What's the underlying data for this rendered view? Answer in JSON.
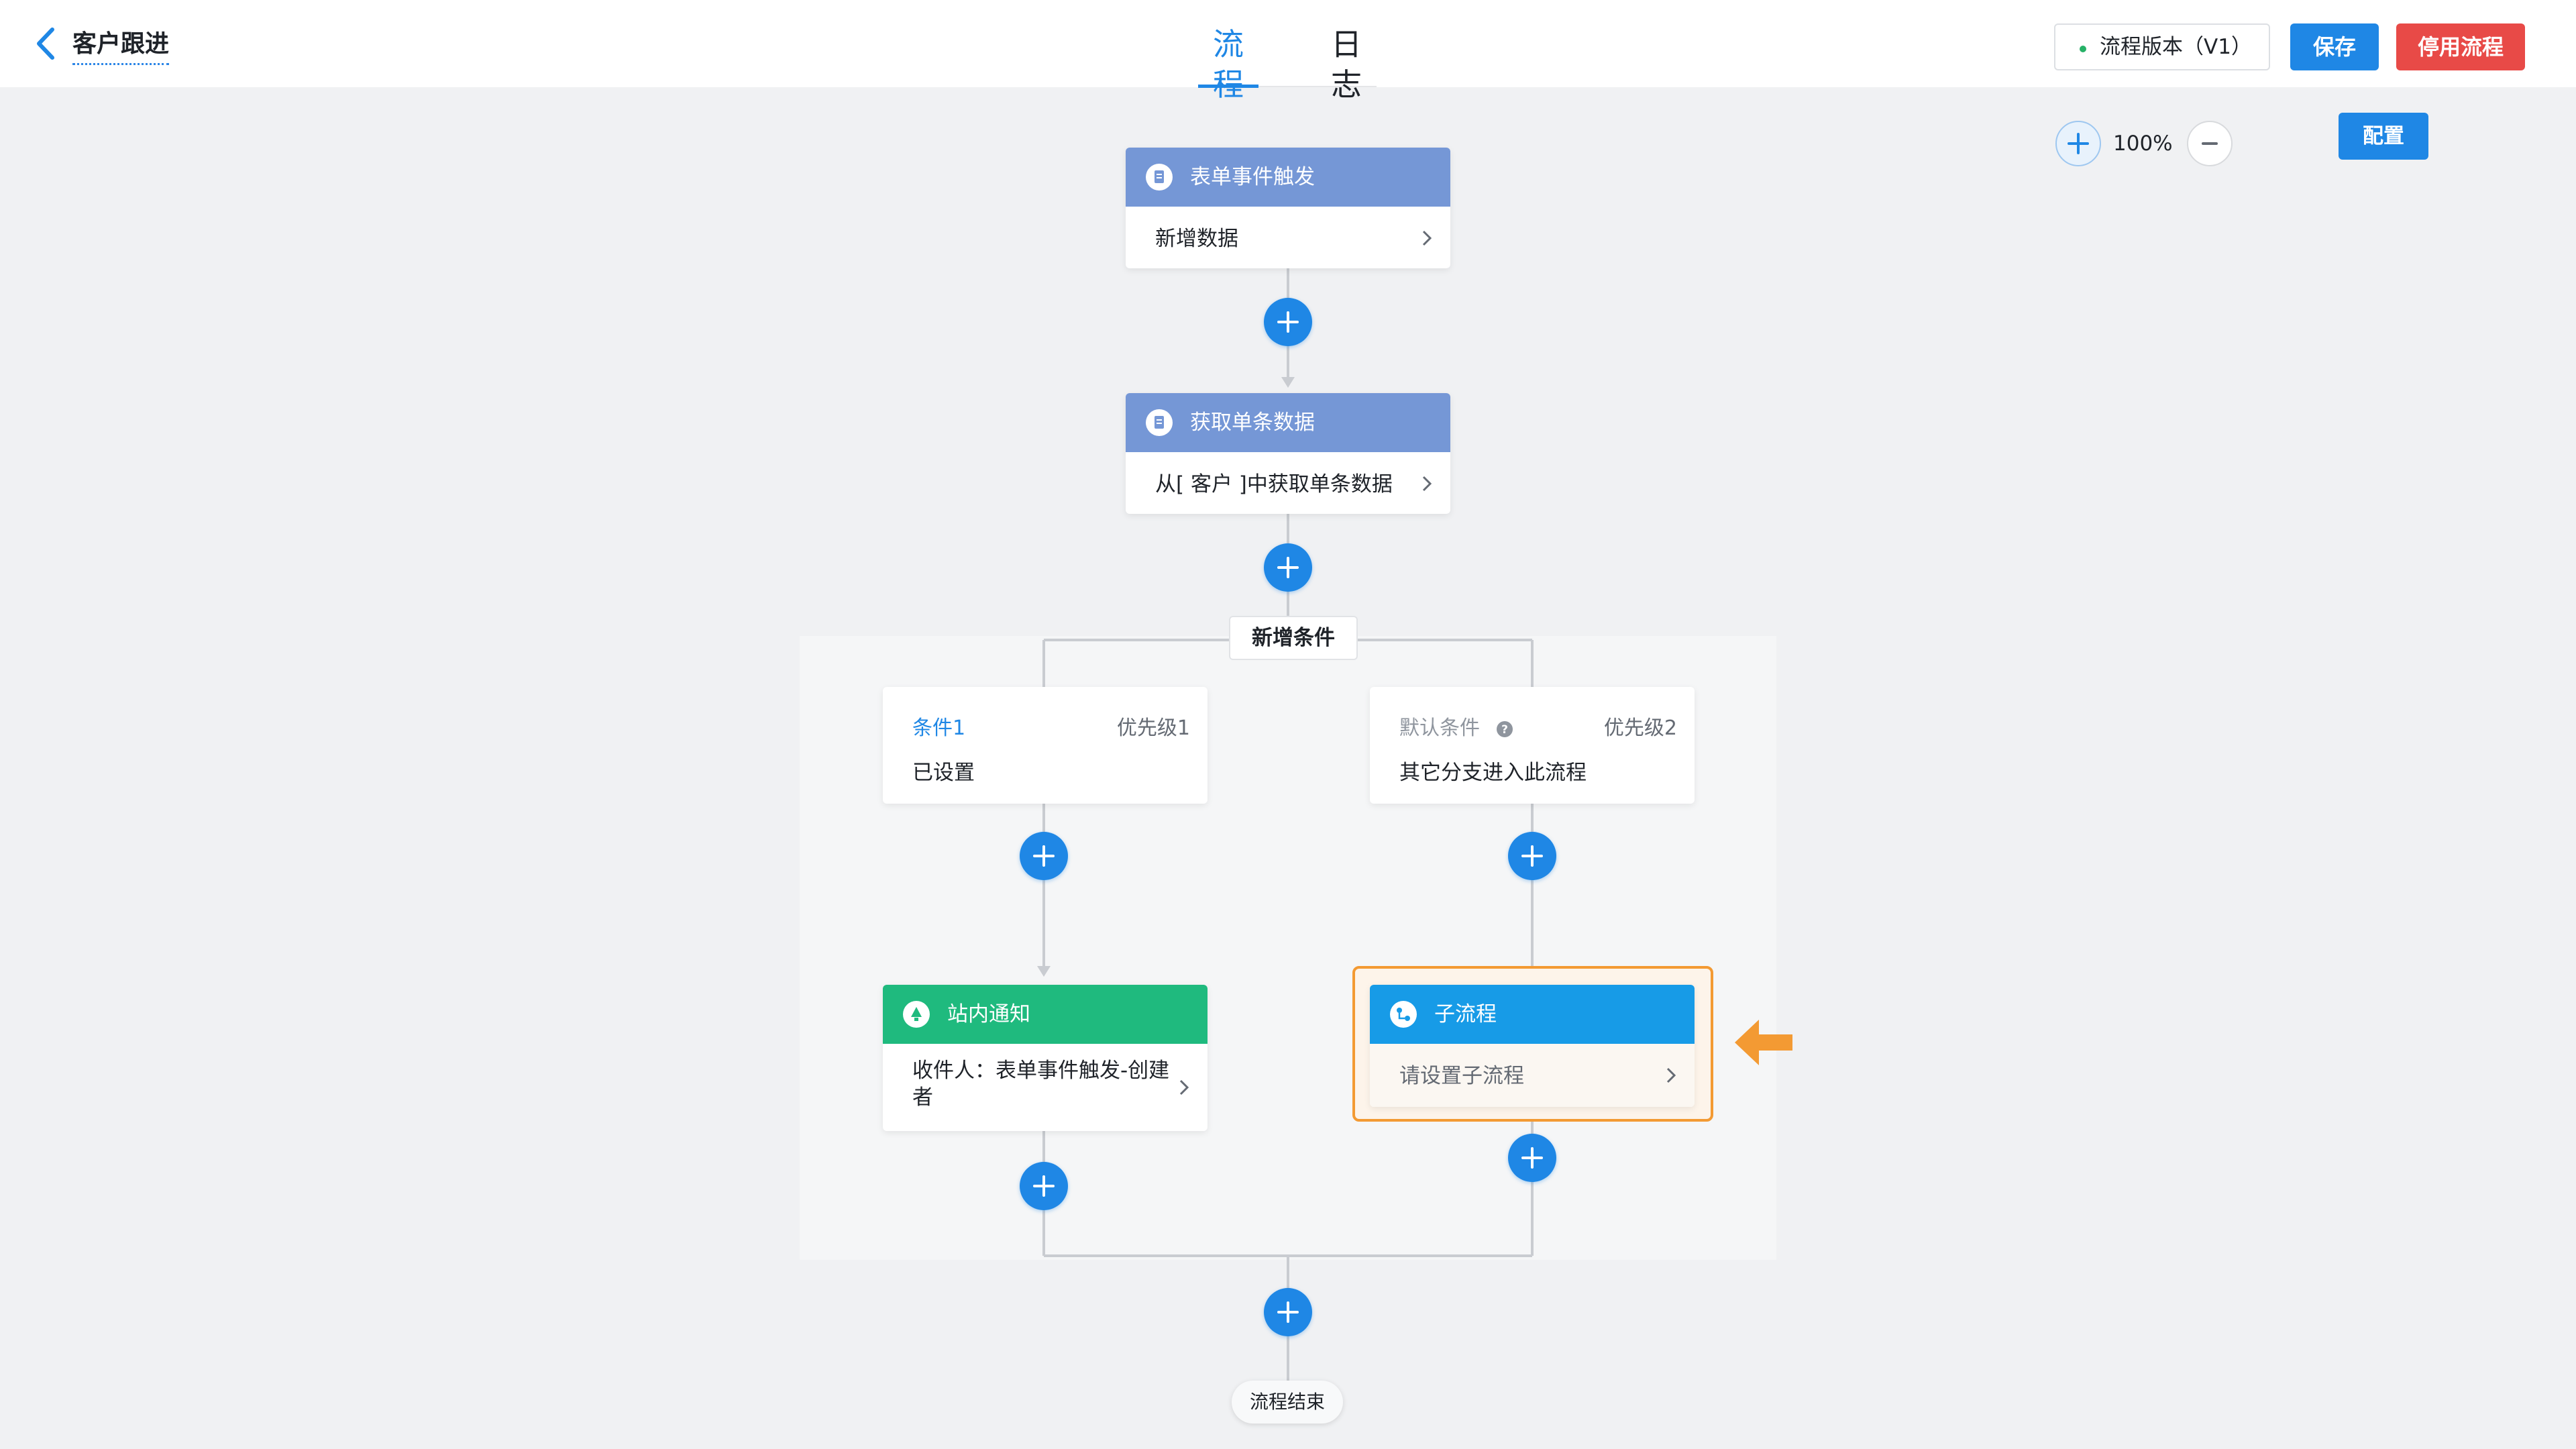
{
  "header": {
    "title": "客户跟进",
    "tabs": [
      {
        "label": "流程",
        "active": true
      },
      {
        "label": "日志",
        "active": false
      }
    ],
    "version_label": "流程版本（V1）",
    "save_label": "保存",
    "stop_label": "停用流程"
  },
  "toolbar": {
    "zoom_level": "100%",
    "config_label": "配置"
  },
  "flow": {
    "trigger": {
      "title": "表单事件触发",
      "detail": "新增数据"
    },
    "fetch": {
      "title": "获取单条数据",
      "detail": "从[ 客户 ]中获取单条数据"
    },
    "add_condition_label": "新增条件",
    "condition1": {
      "title": "条件1",
      "priority": "优先级1",
      "desc": "已设置"
    },
    "condition_default": {
      "title": "默认条件",
      "priority": "优先级2",
      "desc": "其它分支进入此流程"
    },
    "notify": {
      "title": "站内通知",
      "detail": "收件人：表单事件触发-创建者"
    },
    "subflow": {
      "title": "子流程",
      "detail": "请设置子流程"
    },
    "end_label": "流程结束"
  },
  "colors": {
    "primary": "#1f87e5",
    "danger": "#e84a47",
    "node_header_blue": "#7597d6",
    "node_header_green": "#1fba7e",
    "node_header_sky": "#179be7",
    "highlight_orange": "#f39a33"
  },
  "icons": {
    "back": "chevron-left-icon",
    "zoom_in": "plus-icon",
    "zoom_out": "minus-icon",
    "help": "question-circle-icon",
    "pointer": "arrow-left-icon"
  }
}
